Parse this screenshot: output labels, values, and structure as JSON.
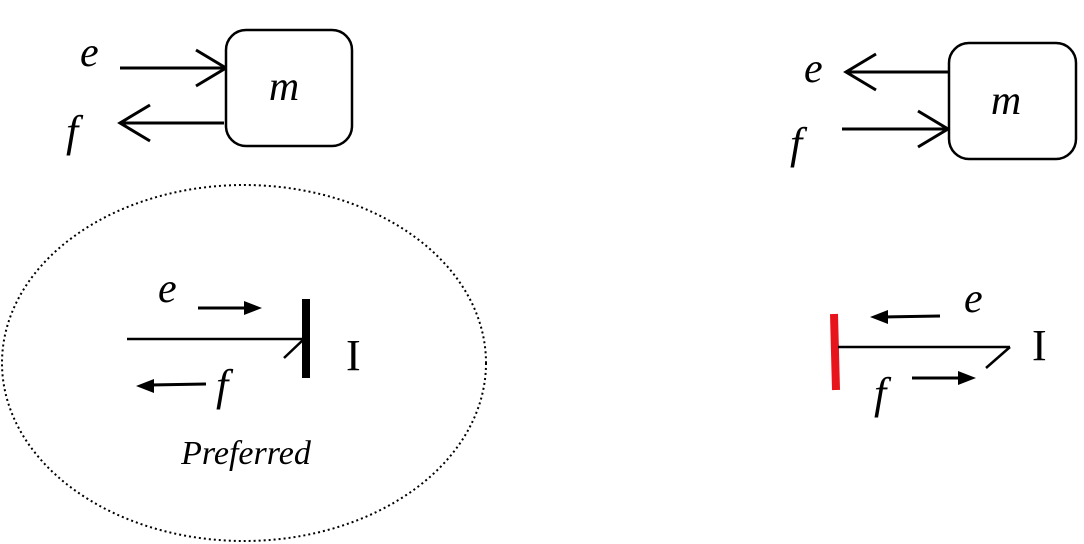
{
  "top_left": {
    "effort_label": "e",
    "flow_label": "f",
    "element_label": "m"
  },
  "top_right": {
    "effort_label": "e",
    "flow_label": "f",
    "element_label": "m"
  },
  "bottom_left": {
    "effort_label": "e",
    "flow_label": "f",
    "element_label": "I",
    "caption": "Preferred"
  },
  "bottom_right": {
    "effort_label": "e",
    "flow_label": "f",
    "element_label": "I"
  },
  "colors": {
    "stroke": "#000000",
    "highlight": "#e8141b"
  }
}
